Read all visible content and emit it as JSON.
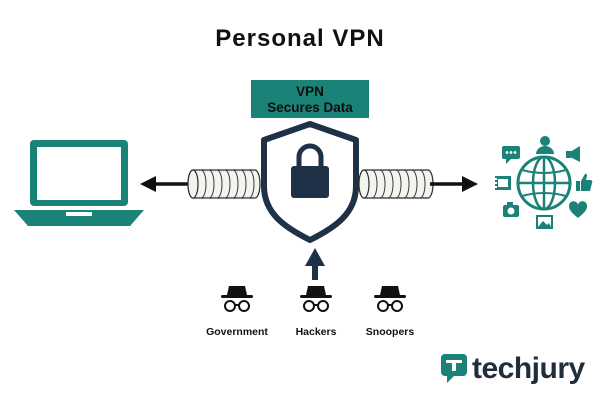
{
  "title": "Personal VPN",
  "badge": {
    "line1": "VPN",
    "line2": "Secures Data"
  },
  "threats": [
    {
      "label": "Government",
      "icon": "spy-icon"
    },
    {
      "label": "Hackers",
      "icon": "spy-icon"
    },
    {
      "label": "Snoopers",
      "icon": "spy-icon"
    }
  ],
  "brand": {
    "name": "techjury"
  },
  "colors": {
    "teal": "#1a8277",
    "badge_bg": "#1a8277",
    "shield": "#1e3147",
    "lock": "#1e3147",
    "dark": "#111111",
    "brand_icon": "#1a8277"
  }
}
